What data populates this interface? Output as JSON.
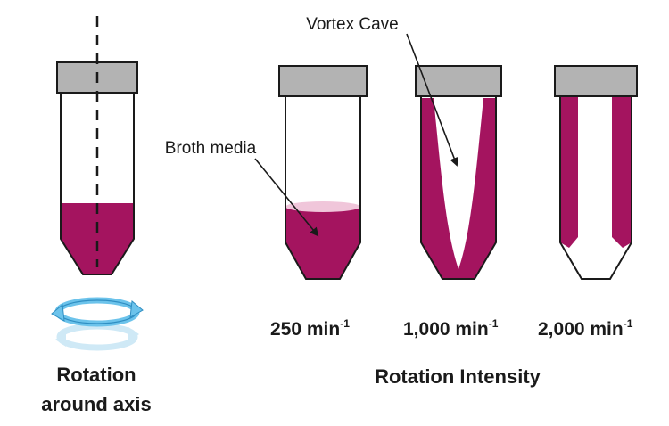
{
  "colors": {
    "broth": "#a4145f",
    "cap": "#b3b3b3",
    "outline": "#1a1a1a",
    "arrow_blue": "#6cc3eb"
  },
  "labels": {
    "vortex_cave": "Vortex Cave",
    "broth_media": "Broth media",
    "axis_caption_line1": "Rotation",
    "axis_caption_line2": "around axis",
    "intensity_caption": "Rotation Intensity"
  },
  "speeds": [
    {
      "value": "250 min",
      "exp": "-1"
    },
    {
      "value": "1,000 min",
      "exp": "-1"
    },
    {
      "value": "2,000 min",
      "exp": "-1"
    }
  ]
}
